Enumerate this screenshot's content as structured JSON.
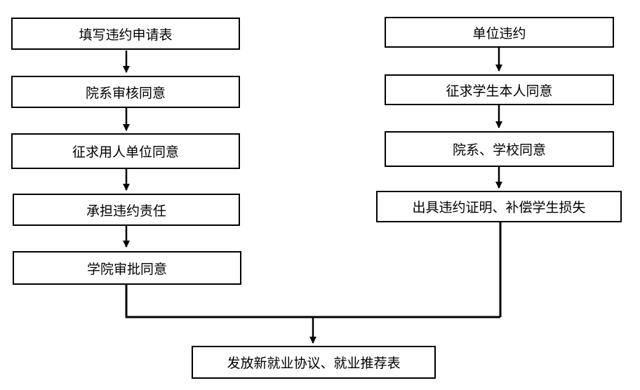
{
  "left_flow": [
    "填写违约申请表",
    "院系审核同意",
    "征求用人单位同意",
    "承担违约责任",
    "学院审批同意"
  ],
  "right_flow": [
    "单位违约",
    "征求学生本人同意",
    "院系、学校同意",
    "出具违约证明、补偿学生损失"
  ],
  "final_step": "发放新就业协议、就业推荐表"
}
